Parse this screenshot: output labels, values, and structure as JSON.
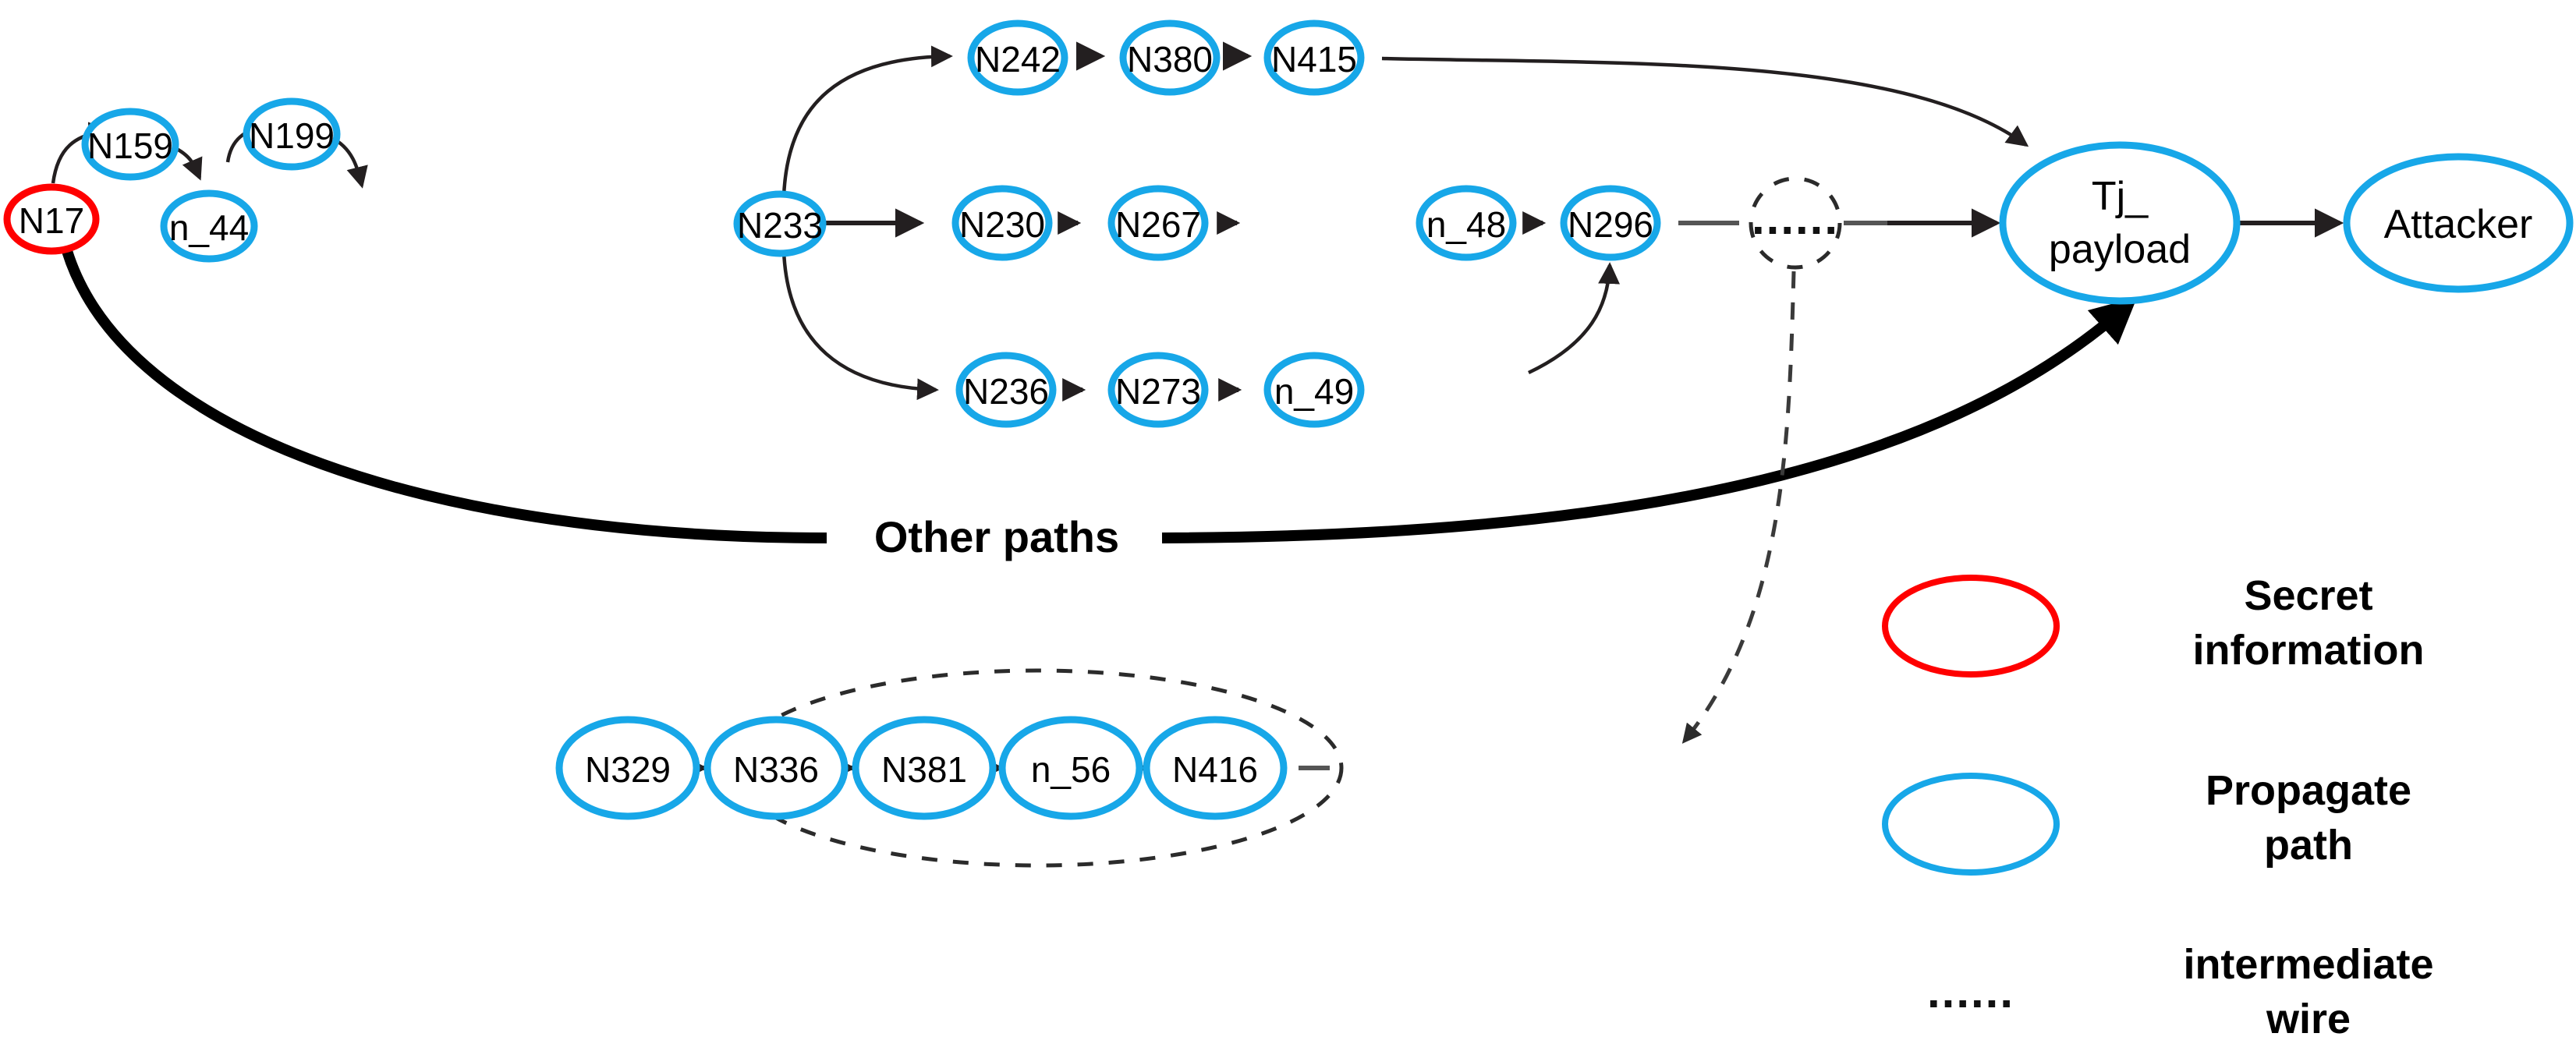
{
  "diagram": {
    "title_text": "",
    "colors": {
      "secret_node_stroke": "#FF0000",
      "propagate_node_stroke": "#17A7E8",
      "edge": "#231F20",
      "background": "#FFFFFF"
    },
    "nodes": {
      "n17": "N17",
      "n159": "N159",
      "n_44": "n_44",
      "n199": "N199",
      "n233": "N233",
      "n242": "N242",
      "n380": "N380",
      "n415": "N415",
      "n230": "N230",
      "n267": "N267",
      "n_48": "n_48",
      "n296": "N296",
      "n236": "N236",
      "n273": "N273",
      "n_49": "n_49",
      "tj_payload_line1": "Tj_",
      "tj_payload_line2": "payload",
      "attacker": "Attacker",
      "intermediate_dots": "......",
      "n329": "N329",
      "n336": "N336",
      "n381": "N381",
      "n_56": "n_56",
      "n416": "N416"
    },
    "edge_labels": {
      "other_paths": "Other paths"
    },
    "legend": {
      "items": [
        {
          "key": "secret",
          "symbol": "red-ellipse",
          "label_line1": "Secret",
          "label_line2": "information",
          "color": "#FF0000"
        },
        {
          "key": "propagate",
          "symbol": "blue-ellipse",
          "label_line1": "Propagate",
          "label_line2": "path",
          "color": "#17A7E8"
        },
        {
          "key": "intermediate",
          "symbol": "dotted-line",
          "label_line1": "intermediate",
          "label_line2": "wire",
          "color": "#111111"
        }
      ]
    }
  }
}
